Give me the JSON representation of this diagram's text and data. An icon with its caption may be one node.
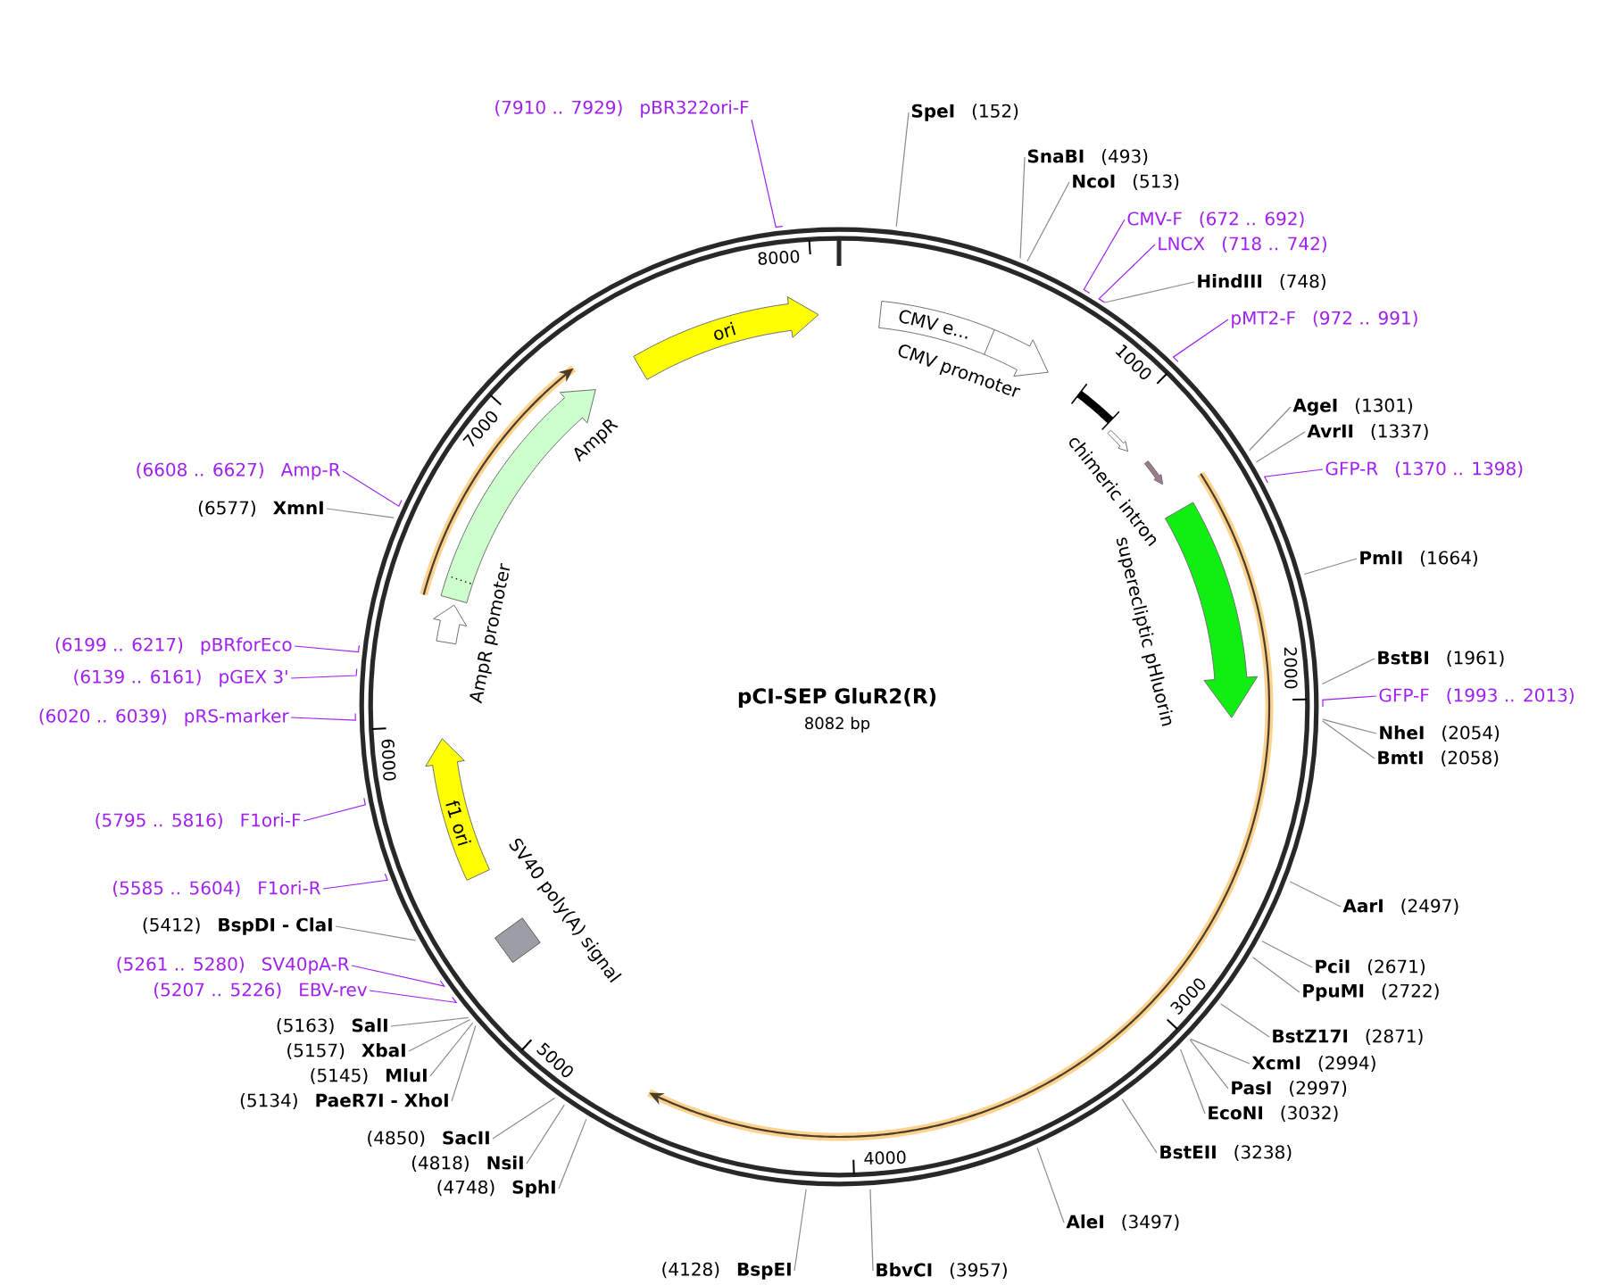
{
  "diagram": {
    "title": "pCI-SEP GluR2(R)",
    "nodes": [
      {
        "text": [
          "ori"
        ]
      },
      {
        "text": [
          "CMV e..."
        ],
        "beside": [
          "CMV promoter"
        ]
      },
      {
        "text": [],
        "shape": "bar",
        "beside": [
          "chimeric intron"
        ]
      },
      {
        "text": [],
        "shape": "arrow"
      },
      {
        "text": [],
        "shape": "arrow"
      },
      {
        "text": [],
        "shape": "arrow",
        "beside": [
          "superecliptic pHluorin"
        ]
      },
      {
        "text": [],
        "shape": "box",
        "beside": [
          "SV40 poly(A) signal"
        ]
      },
      {
        "text": [
          "f1 ori"
        ]
      },
      {
        "text": [],
        "shape": "arrow",
        "beside": [
          "AmpR promoter"
        ]
      },
      {
        "text": [],
        "shape": "arrow",
        "beside": [
          "AmpR"
        ]
      },
      {
        "text": [
          "(7910 .. 7929)",
          "pBR322ori-F"
        ]
      },
      {
        "text": [
          "SpeI",
          "(152)"
        ]
      },
      {
        "text": [
          "SnaBI",
          "(493)"
        ]
      },
      {
        "text": [
          "NcoI",
          "(513)"
        ]
      },
      {
        "text": [
          "CMV-F",
          "(672 .. 692)"
        ]
      },
      {
        "text": [
          "LNCX",
          "(718 .. 742)"
        ]
      },
      {
        "text": [
          "HindIII",
          "(748)"
        ]
      },
      {
        "text": [
          "pMT2-F",
          "(972 .. 991)"
        ]
      },
      {
        "text": [
          "AgeI",
          "(1301)"
        ]
      },
      {
        "text": [
          "AvrII",
          "(1337)"
        ]
      },
      {
        "text": [
          "GFP-R",
          "(1370 .. 1398)"
        ]
      },
      {
        "text": [
          "PmlI",
          "(1664)"
        ]
      },
      {
        "text": [
          "BstBI",
          "(1961)"
        ]
      },
      {
        "text": [
          "GFP-F",
          "(1993 .. 2013)"
        ]
      },
      {
        "text": [
          "NheI",
          "(2054)"
        ]
      },
      {
        "text": [
          "BmtI",
          "(2058)"
        ]
      },
      {
        "text": [
          "AarI",
          "(2497)"
        ]
      },
      {
        "text": [
          "PciI",
          "(2671)"
        ]
      },
      {
        "text": [
          "PpuMI",
          "(2722)"
        ]
      },
      {
        "text": [
          "BstZ17I",
          "(2871)"
        ]
      },
      {
        "text": [
          "XcmI",
          "(2994)"
        ]
      },
      {
        "text": [
          "PasI",
          "(2997)"
        ]
      },
      {
        "text": [
          "EcoNI",
          "(3032)"
        ]
      },
      {
        "text": [
          "BstEII",
          "(3238)"
        ]
      },
      {
        "text": [
          "AleI",
          "(3497)"
        ]
      },
      {
        "text": [
          "BbvCI",
          "(3957)"
        ]
      },
      {
        "text": [
          "(4128)",
          "BspEI"
        ]
      },
      {
        "text": [
          "(4748)",
          "SphI"
        ]
      },
      {
        "text": [
          "(4818)",
          "NsiI"
        ]
      },
      {
        "text": [
          "(4850)",
          "SacII"
        ]
      },
      {
        "text": [
          "(5134)",
          "PaeR7I - XhoI"
        ]
      },
      {
        "text": [
          "(5145)",
          "MluI"
        ]
      },
      {
        "text": [
          "(5157)",
          "XbaI"
        ]
      },
      {
        "text": [
          "(5163)",
          "SalI"
        ]
      },
      {
        "text": [
          "(5207 .. 5226)",
          "EBV-rev"
        ]
      },
      {
        "text": [
          "(5261 .. 5280)",
          "SV40pA-R"
        ]
      },
      {
        "text": [
          "(5412)",
          "BspDI - ClaI"
        ]
      },
      {
        "text": [
          "(5585 .. 5604)",
          "F1ori-R"
        ]
      },
      {
        "text": [
          "(5795 .. 5816)",
          "F1ori-F"
        ]
      },
      {
        "text": [
          "(6020 .. 6039)",
          "pRS-marker"
        ]
      },
      {
        "text": [
          "(6139 .. 6161)",
          "pGEX 3'"
        ]
      },
      {
        "text": [
          "(6199 .. 6217)",
          "pBRforEco"
        ]
      },
      {
        "text": [
          "(6577)",
          "XmnI"
        ]
      },
      {
        "text": [
          "(6608 .. 6627)",
          "Amp-R"
        ]
      }
    ],
    "edges": [
      {
        "from": 10,
        "to": null,
        "arrow": "none",
        "color": "#a020f0"
      },
      {
        "from": 11,
        "to": null,
        "arrow": "none"
      },
      {
        "from": 12,
        "to": null,
        "arrow": "none"
      },
      {
        "from": 13,
        "to": null,
        "arrow": "none"
      },
      {
        "from": 14,
        "to": null,
        "arrow": "none",
        "color": "#a020f0"
      },
      {
        "from": 15,
        "to": null,
        "arrow": "none",
        "color": "#a020f0"
      },
      {
        "from": 16,
        "to": null,
        "arrow": "none"
      },
      {
        "from": 17,
        "to": null,
        "arrow": "none",
        "color": "#a020f0"
      },
      {
        "from": 18,
        "to": null,
        "arrow": "none"
      },
      {
        "from": 19,
        "to": null,
        "arrow": "none"
      },
      {
        "from": 20,
        "to": null,
        "arrow": "none",
        "color": "#a020f0"
      },
      {
        "from": 21,
        "to": null,
        "arrow": "none"
      },
      {
        "from": 22,
        "to": null,
        "arrow": "none"
      },
      {
        "from": 23,
        "to": null,
        "arrow": "none",
        "color": "#a020f0"
      },
      {
        "from": 24,
        "to": null,
        "arrow": "none"
      },
      {
        "from": 25,
        "to": null,
        "arrow": "none"
      },
      {
        "from": 26,
        "to": null,
        "arrow": "none"
      },
      {
        "from": 27,
        "to": null,
        "arrow": "none"
      },
      {
        "from": 28,
        "to": null,
        "arrow": "none"
      },
      {
        "from": 29,
        "to": null,
        "arrow": "none"
      },
      {
        "from": 30,
        "to": null,
        "arrow": "none"
      },
      {
        "from": 31,
        "to": null,
        "arrow": "none"
      },
      {
        "from": 32,
        "to": null,
        "arrow": "none"
      },
      {
        "from": 33,
        "to": null,
        "arrow": "none"
      },
      {
        "from": 34,
        "to": null,
        "arrow": "none"
      },
      {
        "from": 35,
        "to": null,
        "arrow": "none"
      },
      {
        "from": 36,
        "to": null,
        "arrow": "none"
      },
      {
        "from": 37,
        "to": null,
        "arrow": "none"
      },
      {
        "from": 38,
        "to": null,
        "arrow": "none"
      },
      {
        "from": 39,
        "to": null,
        "arrow": "none"
      },
      {
        "from": 40,
        "to": null,
        "arrow": "none"
      },
      {
        "from": 41,
        "to": null,
        "arrow": "none"
      },
      {
        "from": 42,
        "to": null,
        "arrow": "none"
      },
      {
        "from": 43,
        "to": null,
        "arrow": "none"
      },
      {
        "from": 44,
        "to": null,
        "arrow": "none",
        "color": "#a020f0"
      },
      {
        "from": 45,
        "to": null,
        "arrow": "none",
        "color": "#a020f0"
      },
      {
        "from": 46,
        "to": null,
        "arrow": "none"
      },
      {
        "from": 47,
        "to": null,
        "arrow": "none",
        "color": "#a020f0"
      },
      {
        "from": 48,
        "to": null,
        "arrow": "none",
        "color": "#a020f0"
      },
      {
        "from": 49,
        "to": null,
        "arrow": "none",
        "color": "#a020f0"
      },
      {
        "from": 50,
        "to": null,
        "arrow": "none",
        "color": "#a020f0"
      },
      {
        "from": 51,
        "to": null,
        "arrow": "none",
        "color": "#a020f0"
      },
      {
        "from": 52,
        "to": null,
        "arrow": "none"
      },
      {
        "from": 53,
        "to": null,
        "arrow": "none",
        "color": "#a020f0"
      }
    ],
    "labels": [
      "8082 bp",
      "1000",
      "2000",
      "3000",
      "4000",
      "5000",
      "6000",
      "7000",
      "8000"
    ]
  }
}
